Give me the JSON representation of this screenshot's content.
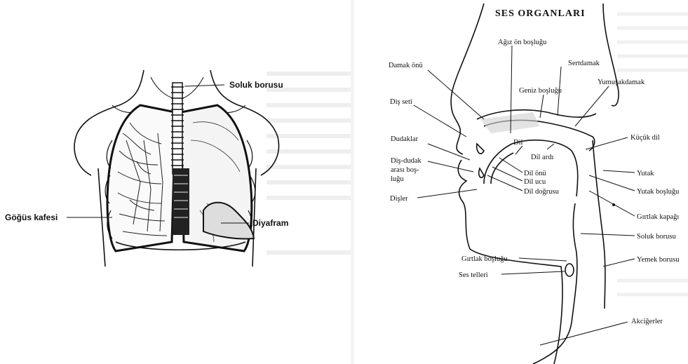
{
  "left_figure": {
    "labels": {
      "trachea": "Soluk borusu",
      "rib_cage": "Göğüs kafesi",
      "diaphragm": "Diyafram"
    }
  },
  "right_figure": {
    "title": "SES ORGANLARI",
    "labels": {
      "oral_front": "Ağız ön boşluğu",
      "alveolar": "Damak önü",
      "hard_palate": "Sertdamak",
      "nasal_cavity": "Geniz boşluğu",
      "soft_palate": "Yumuşakdamak",
      "teeth_row": "Diş seti",
      "uvula": "Küçük dil",
      "lips": "Dudaklar",
      "tongue": "Dil",
      "tongue_back": "Dil ardı",
      "labiodental_1": "Diş-dudak",
      "labiodental_2": "arası boş-",
      "labiodental_3": "luğu",
      "tongue_front": "Dil önü",
      "tongue_tip": "Dil ucu",
      "tongue_blade": "Dil doğrusu",
      "pharynx": "Yutak",
      "pharynx_cavity": "Yutak boşluğu",
      "teeth": "Dişler",
      "epiglottis": "Gırtlak kapağı",
      "windpipe": "Soluk borusu",
      "larynx_cavity": "Gırtlak boşluğu",
      "esophagus": "Yemek borusu",
      "vocal_cords": "Ses telleri",
      "lungs": "Akciğerler"
    }
  }
}
